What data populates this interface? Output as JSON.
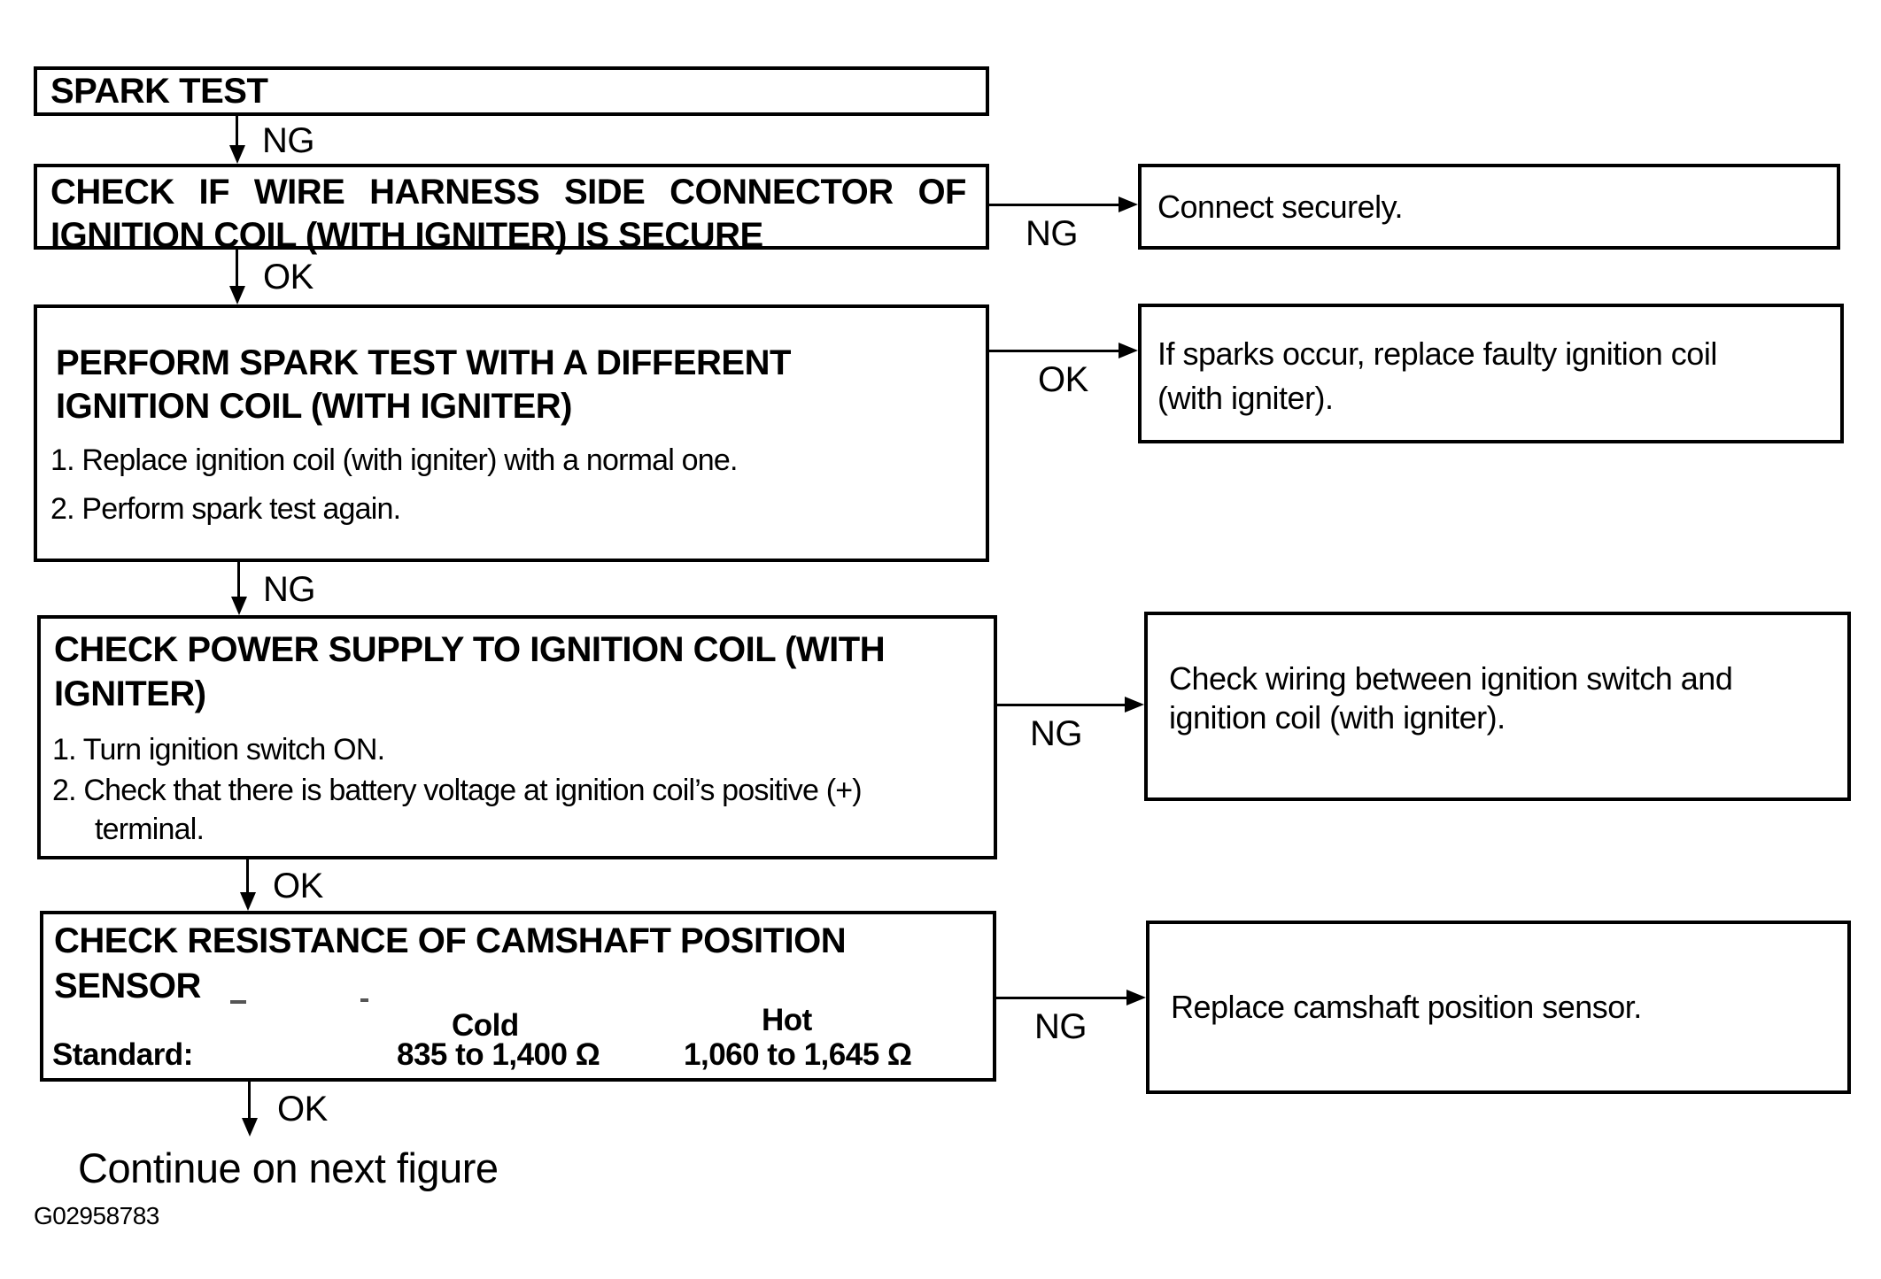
{
  "diagram": {
    "figure_code": "G02958783",
    "continue_text": "Continue on next figure",
    "colors": {
      "ink": "#000000",
      "background": "#ffffff"
    },
    "connectors": {
      "v1": "NG",
      "v2": "OK",
      "v3": "NG",
      "v4": "OK",
      "v5": "OK",
      "h1": "NG",
      "h2": "OK",
      "h3": "NG",
      "h4": "NG"
    },
    "steps": {
      "spark_test": {
        "title": "SPARK TEST"
      },
      "check_connector": {
        "line1": "CHECK IF WIRE HARNESS SIDE CONNECTOR OF",
        "line2": "IGNITION COIL (WITH IGNITER) IS SECURE"
      },
      "perform": {
        "line1": "PERFORM SPARK TEST WITH A DIFFERENT",
        "line2": "IGNITION COIL (WITH IGNITER)",
        "step1": "1. Replace ignition coil (with igniter) with a normal one.",
        "step2": "2. Perform spark test again."
      },
      "power": {
        "line1": "CHECK POWER SUPPLY TO IGNITION COIL (WITH",
        "line2": "IGNITER)",
        "step1": "1. Turn ignition switch ON.",
        "step2": "2. Check that there is battery voltage at ignition coil’s positive (+)",
        "step2_cont": "terminal."
      },
      "resistance": {
        "line1": "CHECK RESISTANCE OF CAMSHAFT POSITION",
        "line2": "SENSOR",
        "standard_label": "Standard:",
        "cold_header": "Cold",
        "hot_header": "Hot",
        "cold_value": "835 to 1,400 Ω",
        "hot_value": "1,060 to 1,645 Ω"
      }
    },
    "results": {
      "connect": {
        "text": "Connect securely."
      },
      "replace_coil": {
        "line1": "If sparks occur, replace faulty ignition coil",
        "line2": "(with igniter)."
      },
      "wiring": {
        "line1": "Check wiring between ignition switch and",
        "line2": "ignition coil (with igniter)."
      },
      "sensor": {
        "text": "Replace camshaft position sensor."
      }
    }
  }
}
